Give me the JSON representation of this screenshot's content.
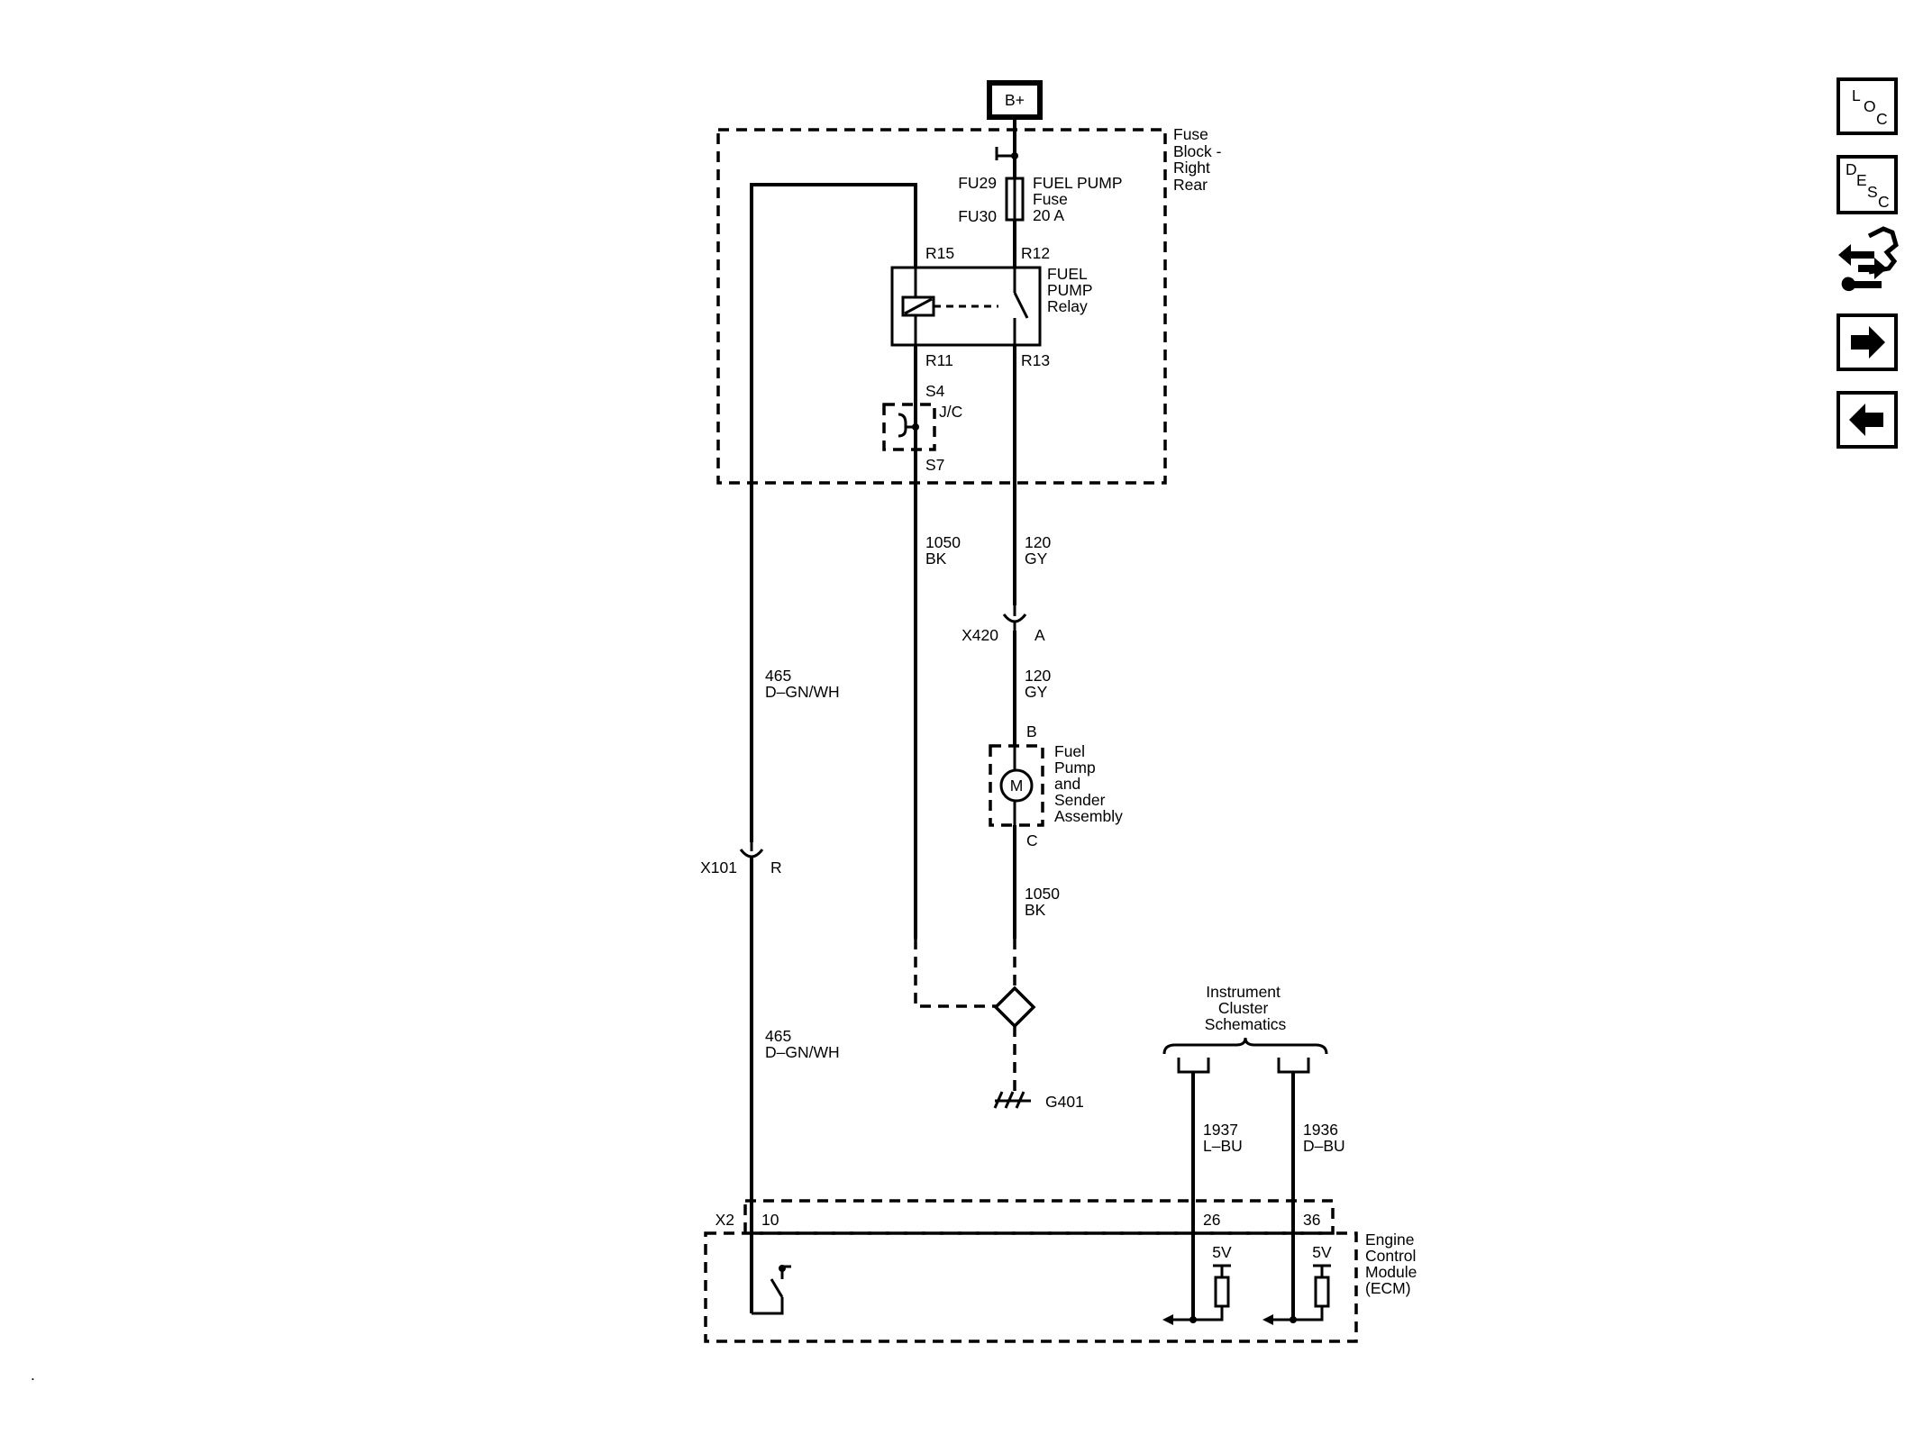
{
  "power": {
    "label": "B+"
  },
  "fuse_block": {
    "name_lines": [
      "Fuse",
      "Block -",
      "Right",
      "Rear"
    ]
  },
  "fuse": {
    "top_terminal": "FU29",
    "bottom_terminal": "FU30",
    "name_lines": [
      "FUEL PUMP",
      "Fuse",
      "20 A"
    ]
  },
  "relay": {
    "name_lines": [
      "FUEL",
      "PUMP",
      "Relay"
    ],
    "pin_r15": "R15",
    "pin_r12": "R12",
    "pin_r11": "R11",
    "pin_r13": "R13"
  },
  "jc": {
    "s4": "S4",
    "label": "J/C",
    "s7": "S7"
  },
  "wires": {
    "w1050_top": {
      "circuit": "1050",
      "color": "BK"
    },
    "w120_top": {
      "circuit": "120",
      "color": "GY"
    },
    "w120_mid": {
      "circuit": "120",
      "color": "GY"
    },
    "w1050_bottom": {
      "circuit": "1050",
      "color": "BK"
    },
    "w465_top": {
      "circuit": "465",
      "color": "D–GN/WH"
    },
    "w465_bottom": {
      "circuit": "465",
      "color": "D–GN/WH"
    },
    "w1937": {
      "circuit": "1937",
      "color": "L–BU"
    },
    "w1936": {
      "circuit": "1936",
      "color": "D–BU"
    }
  },
  "x420": {
    "name": "X420",
    "pin": "A"
  },
  "x101": {
    "name": "X101",
    "pin": "R"
  },
  "pump": {
    "pin_in": "B",
    "pin_out": "C",
    "motor": "M",
    "name_lines": [
      "Fuel",
      "Pump",
      "and",
      "Sender",
      "Assembly"
    ]
  },
  "ground": {
    "name": "G401"
  },
  "cluster": {
    "name_lines": [
      "Instrument",
      "Cluster",
      "Schematics"
    ]
  },
  "ecm": {
    "connector": "X2",
    "pin_10": "10",
    "pin_26": "26",
    "pin_36": "36",
    "ref_26": "5V",
    "ref_36": "5V",
    "name_lines": [
      "Engine",
      "Control",
      "Module",
      "(ECM)"
    ]
  },
  "nav": {
    "loc": {
      "l": "L",
      "o": "O",
      "c": "C",
      "icon": "loc-icon"
    },
    "desc": {
      "d": "D",
      "e": "E",
      "s": "S",
      "c": "C",
      "icon": "desc-icon"
    },
    "connector_icon": "connector-tool-icon",
    "next_icon": "arrow-right-icon",
    "prev_icon": "arrow-left-icon"
  },
  "corner_mark": "."
}
